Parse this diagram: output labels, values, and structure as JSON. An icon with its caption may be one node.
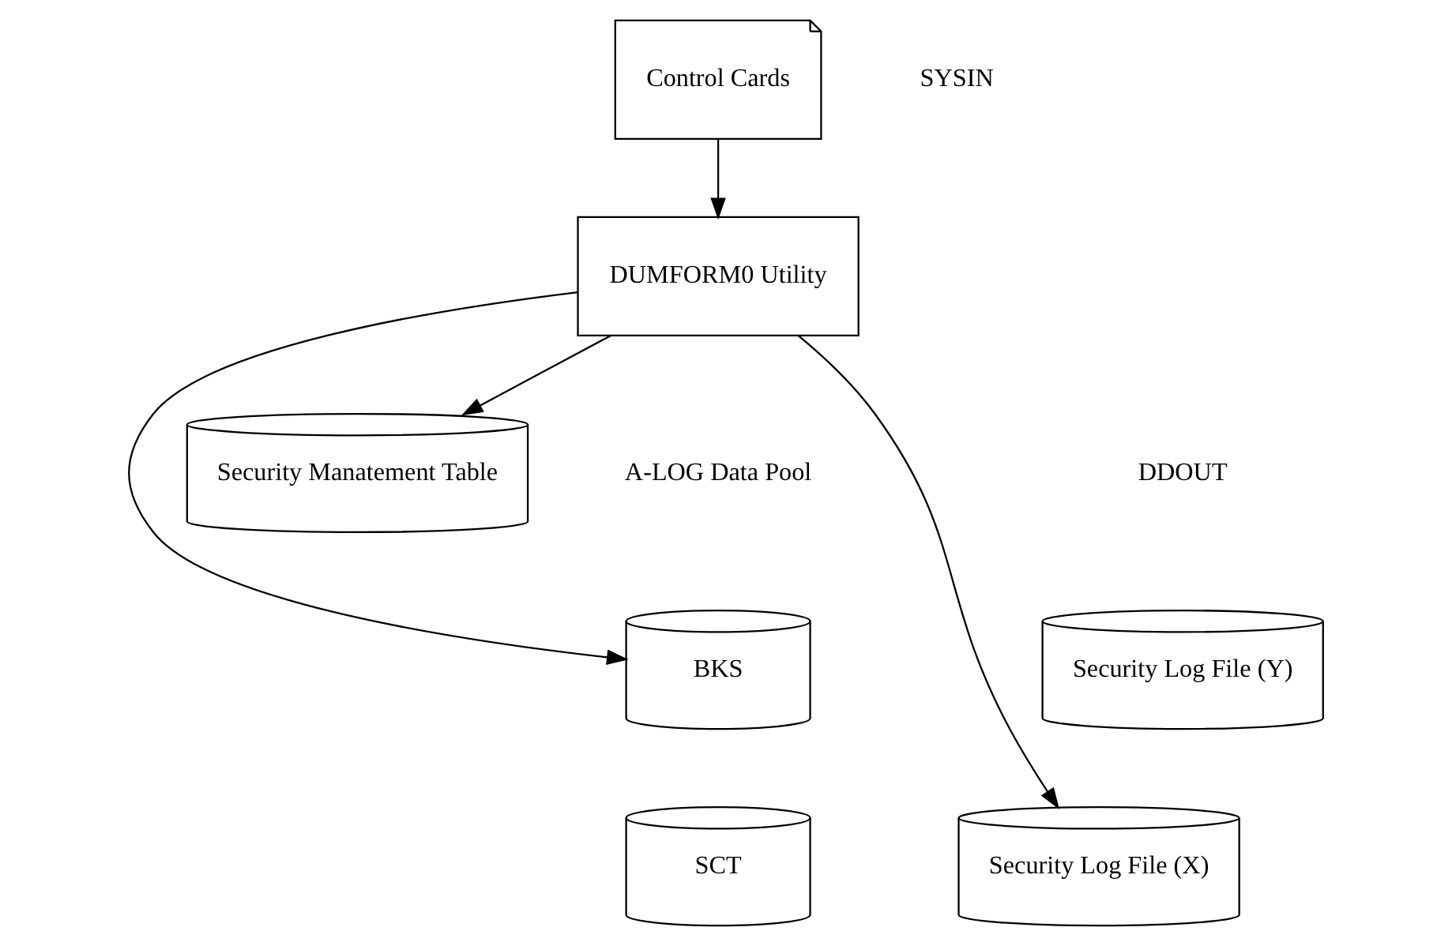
{
  "diagram": {
    "nodes": [
      {
        "text": [
          "Control Cards"
        ],
        "beside": [
          "SYSIN"
        ]
      },
      {
        "text": [
          "DUMFORM0 Utility"
        ]
      },
      {
        "text": [
          "BKS"
        ]
      },
      {
        "text": [
          "SCT"
        ]
      },
      {
        "text": [
          "Security Manatement Table"
        ]
      },
      {
        "text": [
          "Security Log File (Y)"
        ]
      },
      {
        "text": [
          "Security Log File (X)"
        ]
      }
    ],
    "edges": [
      {
        "from": 0,
        "to": 1,
        "arrow": "to"
      },
      {
        "from": 1,
        "to": 2,
        "arrow": "to"
      },
      {
        "from": 1,
        "to": 4,
        "arrow": "to"
      },
      {
        "from": 1,
        "to": 6,
        "arrow": "to"
      }
    ],
    "labels": [
      "A-LOG Data Pool",
      "DDOUT"
    ]
  }
}
